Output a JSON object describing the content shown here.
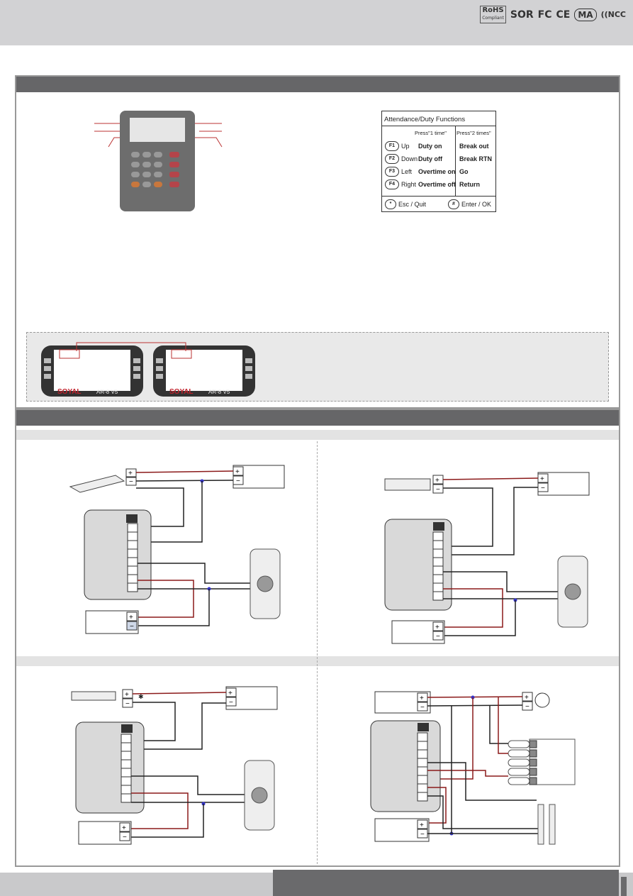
{
  "certifications": [
    "RoHS",
    "Compliant",
    "SOR",
    "FC",
    "CE",
    "MA",
    "NCC"
  ],
  "function_card": {
    "title": "Attendance/Duty Functions",
    "col1_header": "Press\"1 time\"",
    "col2_header": "Press\"2 times\"",
    "rows": [
      {
        "key": "F1",
        "dir": "Up",
        "once": "Duty on",
        "twice": "Break out"
      },
      {
        "key": "F2",
        "dir": "Down",
        "once": "Duty off",
        "twice": "Break RTN"
      },
      {
        "key": "F3",
        "dir": "Left",
        "once": "Overtime on",
        "twice": "Go"
      },
      {
        "key": "F4",
        "dir": "Right",
        "once": "Overtime off",
        "twice": "Return"
      }
    ],
    "esc_key": "*",
    "esc_label": "Esc / Quit",
    "enter_key": "#",
    "enter_label": "Enter / OK"
  },
  "reader_brand": {
    "brand": "SOYAL",
    "model": "AR-8",
    "suffix": "V5"
  }
}
